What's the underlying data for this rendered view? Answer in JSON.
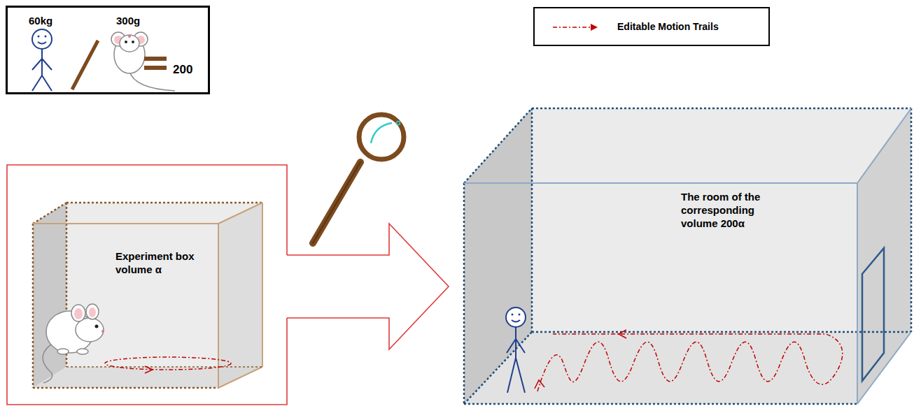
{
  "diagram": {
    "nodes": [
      {
        "text": [
          "60kg",
          "300g",
          "200"
        ]
      },
      {
        "text": [
          "Experiment box volume α"
        ]
      },
      {
        "text": [
          "The room of the corresponding volume 200α"
        ]
      }
    ],
    "edges": [
      {
        "from": 1,
        "to": 2,
        "arrow": "to"
      }
    ],
    "legend": [
      {
        "text": "Editable Motion Trails"
      }
    ]
  }
}
